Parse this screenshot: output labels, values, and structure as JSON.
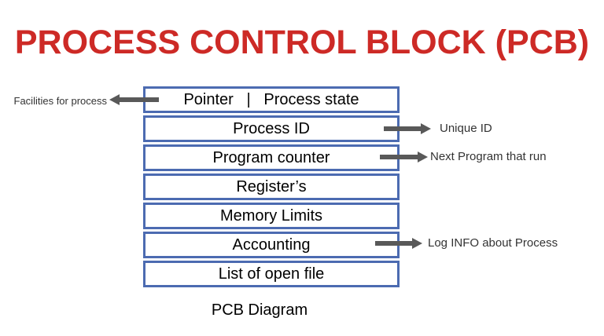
{
  "title": "PROCESS CONTROL BLOCK (PCB)",
  "caption": "PCB Diagram",
  "colors": {
    "title_red": "#CD2A26",
    "border_blue": "#4C6BB1",
    "arrow_gray": "#595959"
  },
  "pcb": {
    "rows": [
      "Pointer   |   Process state",
      "Process ID",
      "Program counter",
      "Register’s",
      "Memory Limits",
      "Accounting",
      "List of open file"
    ]
  },
  "annotations": {
    "facilities": "Facilities for process",
    "unique_id": "Unique ID",
    "next_program": "Next Program that run",
    "log_info": "Log INFO about Process"
  }
}
